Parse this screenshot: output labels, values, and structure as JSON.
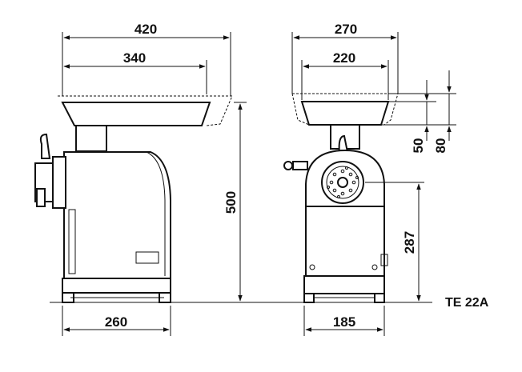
{
  "model": "TE 22A",
  "side_view": {
    "tray_width_outer": "420",
    "tray_width_inner": "340",
    "base_width": "260",
    "overall_height": "500"
  },
  "front_view": {
    "tray_width_outer": "270",
    "tray_width_inner": "220",
    "base_width": "185",
    "outlet_height": "287",
    "tray_depth_inner": "50",
    "tray_depth_outer": "80"
  }
}
